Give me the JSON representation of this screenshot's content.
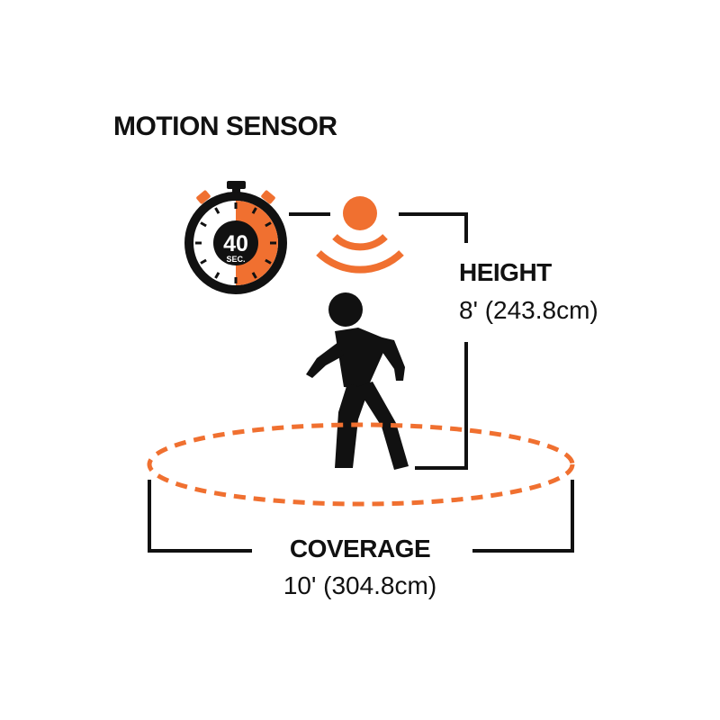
{
  "title": "MOTION SENSOR",
  "timer": {
    "value": "40",
    "unit": "SEC.",
    "fraction": 0.5
  },
  "height": {
    "heading": "HEIGHT",
    "value": "8' (243.8cm)"
  },
  "coverage": {
    "heading": "COVERAGE",
    "value": "10' (304.8cm)"
  },
  "colors": {
    "accent": "#f07030",
    "ink": "#111111",
    "background": "#ffffff"
  }
}
